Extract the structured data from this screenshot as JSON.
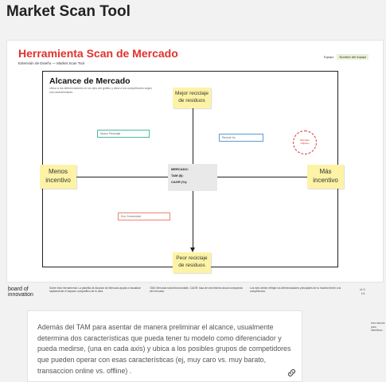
{
  "page_title": "Market Scan Tool",
  "slide": {
    "title": "Herramienta Scan de Mercado",
    "subtitle": "Extensión de Diseño — Market Scan Tool",
    "top_right_label": "Equipo",
    "top_right_name": "Nombre del equipo"
  },
  "canvas": {
    "title": "Alcance de Mercado",
    "description": "Ubica a tus diferenciadores en los ejes del gráfico y sitúa a los competidores según sus características.",
    "sticky_top": "Mejor reciclaje de residuos",
    "sticky_bottom": "Peor reciclaje de residuos",
    "sticky_left": "Menos incentivo",
    "sticky_right": "Más incentivo",
    "center_mercado": "MERCADO:",
    "center_tam": "TAM ($):",
    "center_cagr": "CAGR (%):",
    "competitor_1": "Nuevo Reciclaje",
    "competitor_2": "Recicla Ya",
    "competitor_3": "Eco Comunidad",
    "stamp_text": "Mercado Objetivo"
  },
  "footer": {
    "logo_line1": "board of",
    "logo_line2": "innovation",
    "note_1": "Sobre esta herramienta: La plantilla de Alcance de Mercado ayuda a visualizar rápidamente el espacio competitivo de tu idea.",
    "note_2": "TAM: Mercado total direccionable. CAGR: tasa de crecimiento anual compuesta del mercado.",
    "note_3": "Los ejes deben reflejar los diferenciadores principales de tu modelo frente a la competencia.",
    "page_1": "v1.0",
    "page_2": "1/1"
  },
  "comment": {
    "text": "Además del TAM para asentar de manera preliminar el alcance, usualmente determina dos características que pueda tener tu modelo como diferenciador y pueda medirse, (una en cada axis) y ubica a los posibles grupos de competidores que pueden operar con esas características (ej, muy caro  vs. muy barato, transaccion online vs. offline) ."
  },
  "side_note": "Usa marcas para identificar...",
  "colors": {
    "brand_red": "#e0312c",
    "sticky_yellow": "#fdf3a6",
    "teal": "#4ab9a0",
    "blue": "#5b9bd5",
    "salmon": "#e88474"
  }
}
